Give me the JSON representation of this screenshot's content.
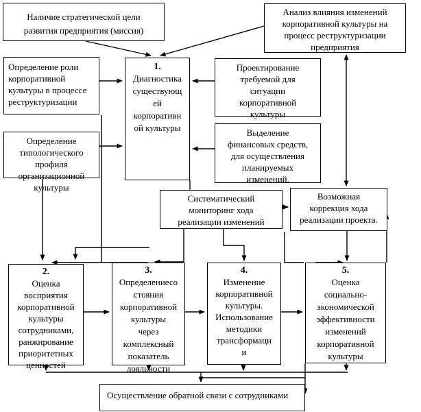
{
  "colors": {
    "line": "#000000",
    "background": "#ffffff",
    "text": "#000000"
  },
  "boxes": {
    "mission": {
      "text": "Наличие стратегической цели\nразвития предприятия (миссия)"
    },
    "analysis": {
      "text": "Анализ влияния изменений\nкорпоративной культуры на\nпроцесс реструктуризации\nпредприятия"
    },
    "role": {
      "text": "Определение роли\nкорпоративной\nкультуры в процессе\nреструктуризации"
    },
    "typo": {
      "text": "Определение\nтипологического\nпрофиля\nорганизационной\nкультуры"
    },
    "design": {
      "text": "Проектирование\nтребуемой для\nситуации\nкорпоративной\nкультуры"
    },
    "funds": {
      "text": "Выделение\nфинансовых средств,\nдля осуществления\nпланируемых\nизменений."
    },
    "monitoring": {
      "text": "Систематический\nмониторинг хода\nреализации изменений"
    },
    "correction": {
      "text": "Возможная\nкоррекция хода\nреализации проекта."
    },
    "step1": {
      "number": "1.",
      "text": "Диагностика\nсуществующ\nей\nкорпоративн\nой культуры"
    },
    "step2": {
      "number": "2.",
      "text": "Оценка\nвосприятия\nкорпоративной\nкультуры\nсотрудниками,\nранжирование\nприоритетных\nценностей"
    },
    "step3": {
      "number": "3.",
      "text": "Определениесо\nстояния\nкорпоративной\nкультуры\nчерез\nкомплексный\nпоказатель\nлояльности"
    },
    "step4": {
      "number": "4.",
      "text": "Изменение\nкорпоративной\nкультуры.\nИспользование\nметодики\nтрансформаци\nи"
    },
    "step5": {
      "number": "5.",
      "text": "Оценка\nсоциально-\nэкономической\nэффективности\nизменений\nкорпоративной\nкультуры"
    },
    "feedback": {
      "text": "Осуществление обратной связи с сотрудниками"
    }
  }
}
